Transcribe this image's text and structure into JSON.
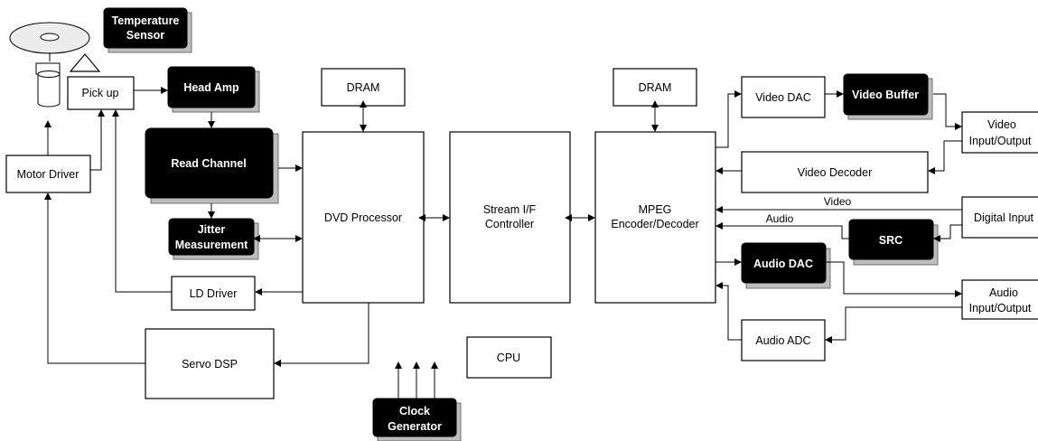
{
  "blocks": {
    "temperature_sensor": [
      "Temperature",
      "Sensor"
    ],
    "head_amp": "Head Amp",
    "pick_up": "Pick up",
    "read_channel": "Read Channel",
    "jitter_measurement": [
      "Jitter",
      "Measurement"
    ],
    "motor_driver": "Motor Driver",
    "ld_driver": "LD Driver",
    "servo_dsp": "Servo DSP",
    "dram_left": "DRAM",
    "dvd_processor": "DVD Processor",
    "stream_controller": [
      "Stream I/F",
      "Controller"
    ],
    "cpu": "CPU",
    "clock_generator": [
      "Clock",
      "Generator"
    ],
    "dram_right": "DRAM",
    "mpeg": [
      "MPEG",
      "Encoder/Decoder"
    ],
    "video_dac": "Video DAC",
    "video_buffer": "Video Buffer",
    "video_io": [
      "Video",
      "Input/Output"
    ],
    "video_decoder": "Video Decoder",
    "digital_input": "Digital Input",
    "src": "SRC",
    "audio_dac": "Audio DAC",
    "audio_io": [
      "Audio",
      "Input/Output"
    ],
    "audio_adc": "Audio ADC"
  },
  "signals": {
    "video": "Video",
    "audio": "Audio"
  },
  "colors": {
    "highlight_fill": "#000000",
    "shadow_fill": "#bdbdbd",
    "plain_fill": "#ffffff"
  }
}
